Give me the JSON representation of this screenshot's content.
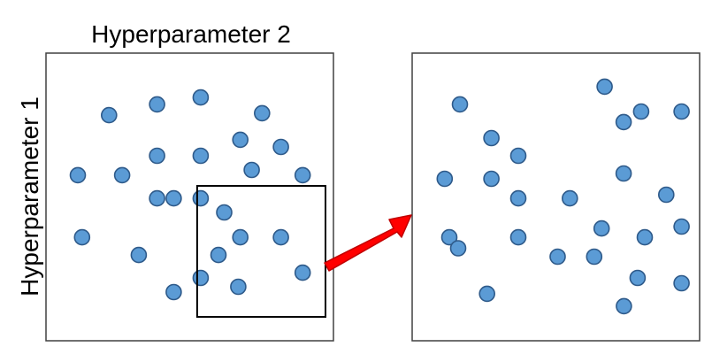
{
  "labels": {
    "x_axis": "Hyperparameter 2",
    "y_axis": "Hyperparameter 1"
  },
  "colors": {
    "point_fill": "#5B9BD5",
    "point_stroke": "#2E5A8A",
    "arrow_fill": "#FF0000",
    "arrow_stroke": "#C00000",
    "border": "#404040"
  },
  "left_panel_points": [
    [
      0.176,
      0.202
    ],
    [
      0.37,
      0.151
    ],
    [
      0.546,
      0.118
    ],
    [
      0.794,
      0.193
    ],
    [
      0.37,
      0.395
    ],
    [
      0.546,
      0.395
    ],
    [
      0.706,
      0.319
    ],
    [
      0.87,
      0.353
    ],
    [
      0.05,
      0.487
    ],
    [
      0.229,
      0.487
    ],
    [
      0.37,
      0.597
    ],
    [
      0.437,
      0.597
    ],
    [
      0.752,
      0.462
    ],
    [
      0.958,
      0.487
    ],
    [
      0.546,
      0.597
    ],
    [
      0.641,
      0.664
    ],
    [
      0.067,
      0.782
    ],
    [
      0.706,
      0.782
    ],
    [
      0.87,
      0.782
    ],
    [
      0.296,
      0.866
    ],
    [
      0.618,
      0.866
    ],
    [
      0.958,
      0.95
    ],
    [
      0.546,
      0.975
    ],
    [
      0.698,
      1.017
    ],
    [
      0.437,
      1.042
    ]
  ],
  "right_panel_points": [
    [
      0.122,
      0.151
    ],
    [
      0.692,
      0.067
    ],
    [
      0.767,
      0.235
    ],
    [
      0.836,
      0.185
    ],
    [
      0.995,
      0.185
    ],
    [
      0.246,
      0.311
    ],
    [
      0.352,
      0.395
    ],
    [
      0.767,
      0.479
    ],
    [
      0.062,
      0.504
    ],
    [
      0.246,
      0.504
    ],
    [
      0.352,
      0.597
    ],
    [
      0.555,
      0.597
    ],
    [
      0.935,
      0.58
    ],
    [
      0.08,
      0.782
    ],
    [
      0.115,
      0.834
    ],
    [
      0.352,
      0.782
    ],
    [
      0.68,
      0.74
    ],
    [
      0.85,
      0.782
    ],
    [
      0.995,
      0.731
    ],
    [
      0.507,
      0.874
    ],
    [
      0.651,
      0.874
    ],
    [
      0.822,
      0.975
    ],
    [
      0.995,
      1.0
    ],
    [
      0.229,
      1.05
    ],
    [
      0.768,
      1.109
    ]
  ],
  "zoom_region": {
    "x_from": 0.546,
    "x_to": 1.0,
    "y_from": 0.563,
    "y_to": 1.101
  }
}
